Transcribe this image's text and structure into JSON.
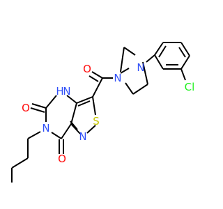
{
  "molecule": {
    "atom_labels": {
      "carbonyl_o_top": "O",
      "piperazine_n1": "N",
      "piperazine_n4": "N",
      "chlorine": "Cl",
      "nh_n": "N",
      "nh_h": "H",
      "c5_o": "O",
      "n6": "N",
      "sulfur": "S",
      "thiazole_n": "N",
      "c7_o": "O"
    },
    "colors": {
      "bond": "#000000",
      "oxygen": "#ff0d0d",
      "nitrogen": "#3050f8",
      "sulfur": "#c6c600",
      "chlorine": "#1ff01f"
    }
  }
}
